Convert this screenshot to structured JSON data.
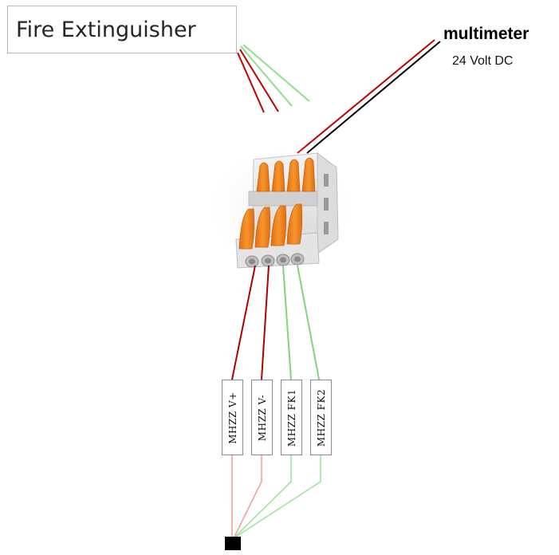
{
  "diagram": {
    "title": "Fire Extinguisher",
    "meter_label": "multimeter",
    "voltage_label": "24 Volt DC",
    "tags": [
      {
        "label": "MHZZ V+"
      },
      {
        "label": "MHZZ V-"
      },
      {
        "label": "MHZZ FK1"
      },
      {
        "label": "MHZZ FK2"
      }
    ],
    "colors": {
      "red_wire": "#c00000",
      "black_wire": "#000000",
      "green_wire": "#7ed67a",
      "pale_red_wire": "#f2a0a0",
      "pale_green_wire": "#9ee69a",
      "lever_orange": "#f28a22",
      "connector_body": "#ececec"
    },
    "icons": [
      "wago-lever-connector-icon",
      "junction-point-icon"
    ]
  }
}
